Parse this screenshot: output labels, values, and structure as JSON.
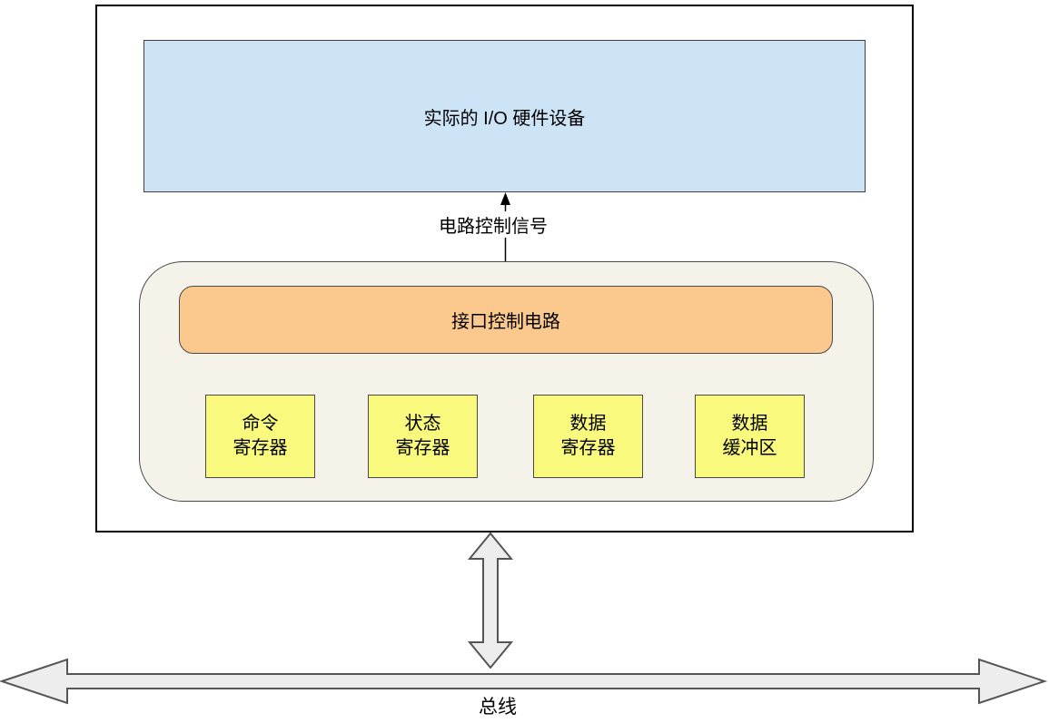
{
  "diagram": {
    "title_note": "I/O device and controller block diagram",
    "device_box": {
      "label": "实际的 I/O 硬件设备",
      "fill": "#CDE4F7",
      "border": "#404040"
    },
    "signal_arrow": {
      "label": "电路控制信号",
      "direction": "up",
      "stroke": "#000000"
    },
    "controller": {
      "container_fill": "#F5F2E9",
      "container_border": "#4a4a4a",
      "control_circuit": {
        "label": "接口控制电路",
        "fill": "#FBC88D",
        "border": "#4a4a4a"
      },
      "registers": [
        {
          "line1": "命令",
          "line2": "寄存器"
        },
        {
          "line1": "状态",
          "line2": "寄存器"
        },
        {
          "line1": "数据",
          "line2": "寄存器"
        },
        {
          "line1": "数据",
          "line2": "缓冲区"
        }
      ],
      "register_fill": "#F9F97D",
      "register_border": "#4a4a4a"
    },
    "bus": {
      "label": "总线",
      "arrow_fill": "#EDEDED",
      "arrow_stroke": "#555555",
      "type": "bidirectional"
    }
  }
}
